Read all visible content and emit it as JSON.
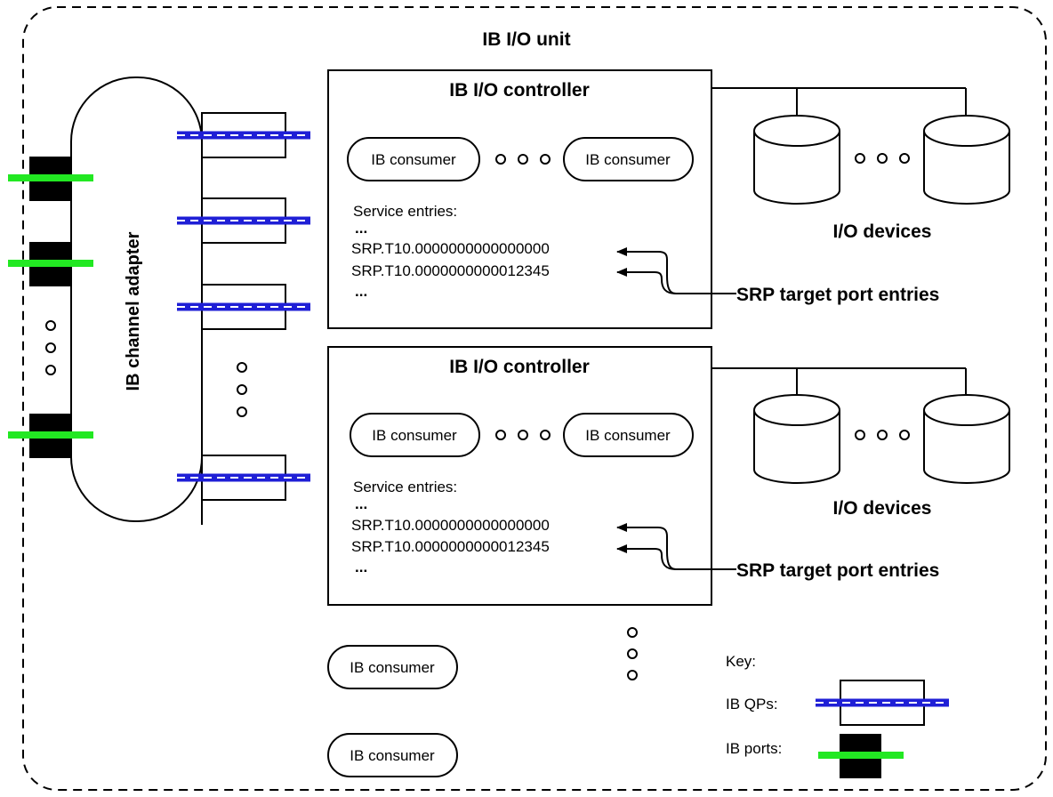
{
  "unit": {
    "title": "IB I/O unit"
  },
  "adapter": {
    "label": "IB channel adapter",
    "ellipsis": "ooo"
  },
  "controllers": [
    {
      "title": "IB I/O controller",
      "consumer_left": "IB consumer",
      "consumer_right": "IB consumer",
      "service_heading": "Service entries:",
      "dots_top": "...",
      "entries": [
        "SRP.T10.0000000000000000",
        "SRP.T10.0000000000012345"
      ],
      "dots_bottom": "...",
      "devices_label": "I/O devices",
      "target_label": "SRP target port entries"
    },
    {
      "title": "IB I/O controller",
      "consumer_left": "IB consumer",
      "consumer_right": "IB consumer",
      "service_heading": "Service entries:",
      "dots_top": "...",
      "entries": [
        "SRP.T10.0000000000000000",
        "SRP.T10.0000000000012345"
      ],
      "dots_bottom": "...",
      "devices_label": "I/O devices",
      "target_label": "SRP target port entries"
    }
  ],
  "standalone_consumers": [
    "IB consumer",
    "IB consumer"
  ],
  "key": {
    "title": "Key:",
    "qps_label": "IB QPs:",
    "ports_label": "IB ports:"
  },
  "colors": {
    "qp": "#1f1fd6",
    "port_bar": "#22e822",
    "port_block": "#000000"
  }
}
